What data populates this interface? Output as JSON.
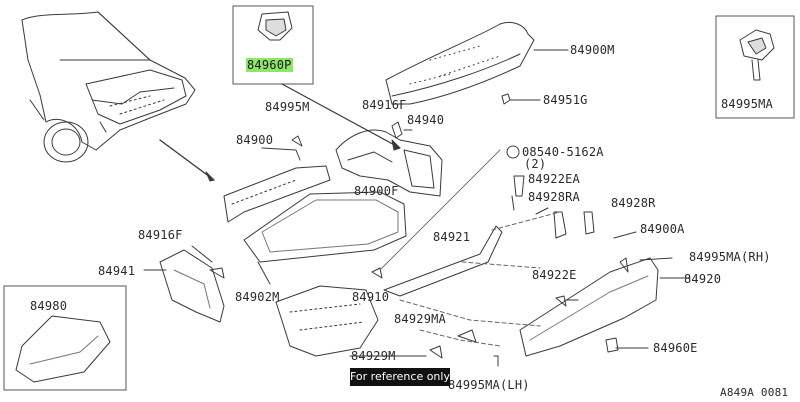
{
  "diagram": {
    "callouts": {
      "p84960p": "84960P",
      "p84900m": "84900M",
      "p84995m": "84995M",
      "p84916f_top": "84916F",
      "p84940": "84940",
      "p84900": "84900",
      "p84951g": "84951G",
      "p84995ma_box": "84995MA",
      "p08540": "08540-5162A",
      "p08540_qty": "(2)",
      "p84922ea": "84922EA",
      "p84900f": "84900F",
      "p84928ra": "84928RA",
      "p84928r": "84928R",
      "p84921": "84921",
      "p84900a": "84900A",
      "p84916f_left": "84916F",
      "p84995ma_rh": "84995MA(RH)",
      "p84941": "84941",
      "p84920": "84920",
      "p84922e": "84922E",
      "p84902m": "84902M",
      "p84910": "84910",
      "p84980": "84980",
      "p84929ma": "84929MA",
      "p84929m": "84929M",
      "p84960e": "84960E",
      "p84995ma_lh": "84995MA(LH)",
      "drawing_code": "A849A 0081"
    },
    "overlay_note": "For reference only",
    "highlight_color": "#8ee66a"
  }
}
